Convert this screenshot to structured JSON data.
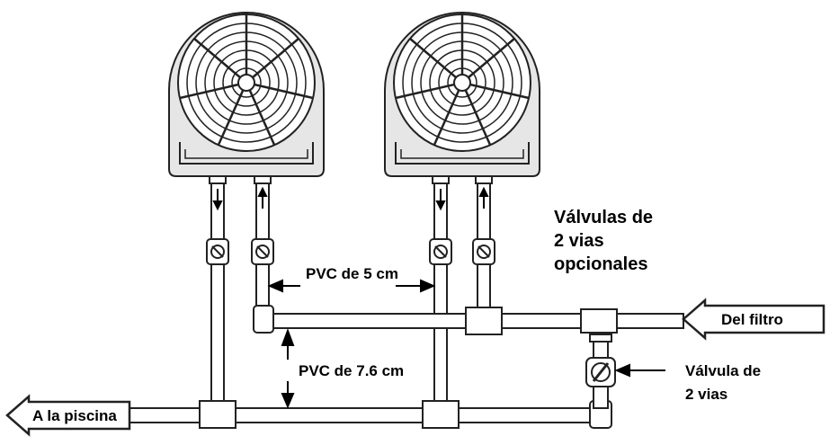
{
  "labels": {
    "optional_valves_line1": "Válvulas de",
    "optional_valves_line2": "2 vias",
    "optional_valves_line3": "opcionales",
    "pvc_5": "PVC de 5 cm",
    "pvc_76": "PVC de 7.6 cm",
    "from_filter": "Del filtro",
    "to_pool": "A la piscina",
    "valve_line1": "Válvula de",
    "valve_line2": "2 vias"
  }
}
